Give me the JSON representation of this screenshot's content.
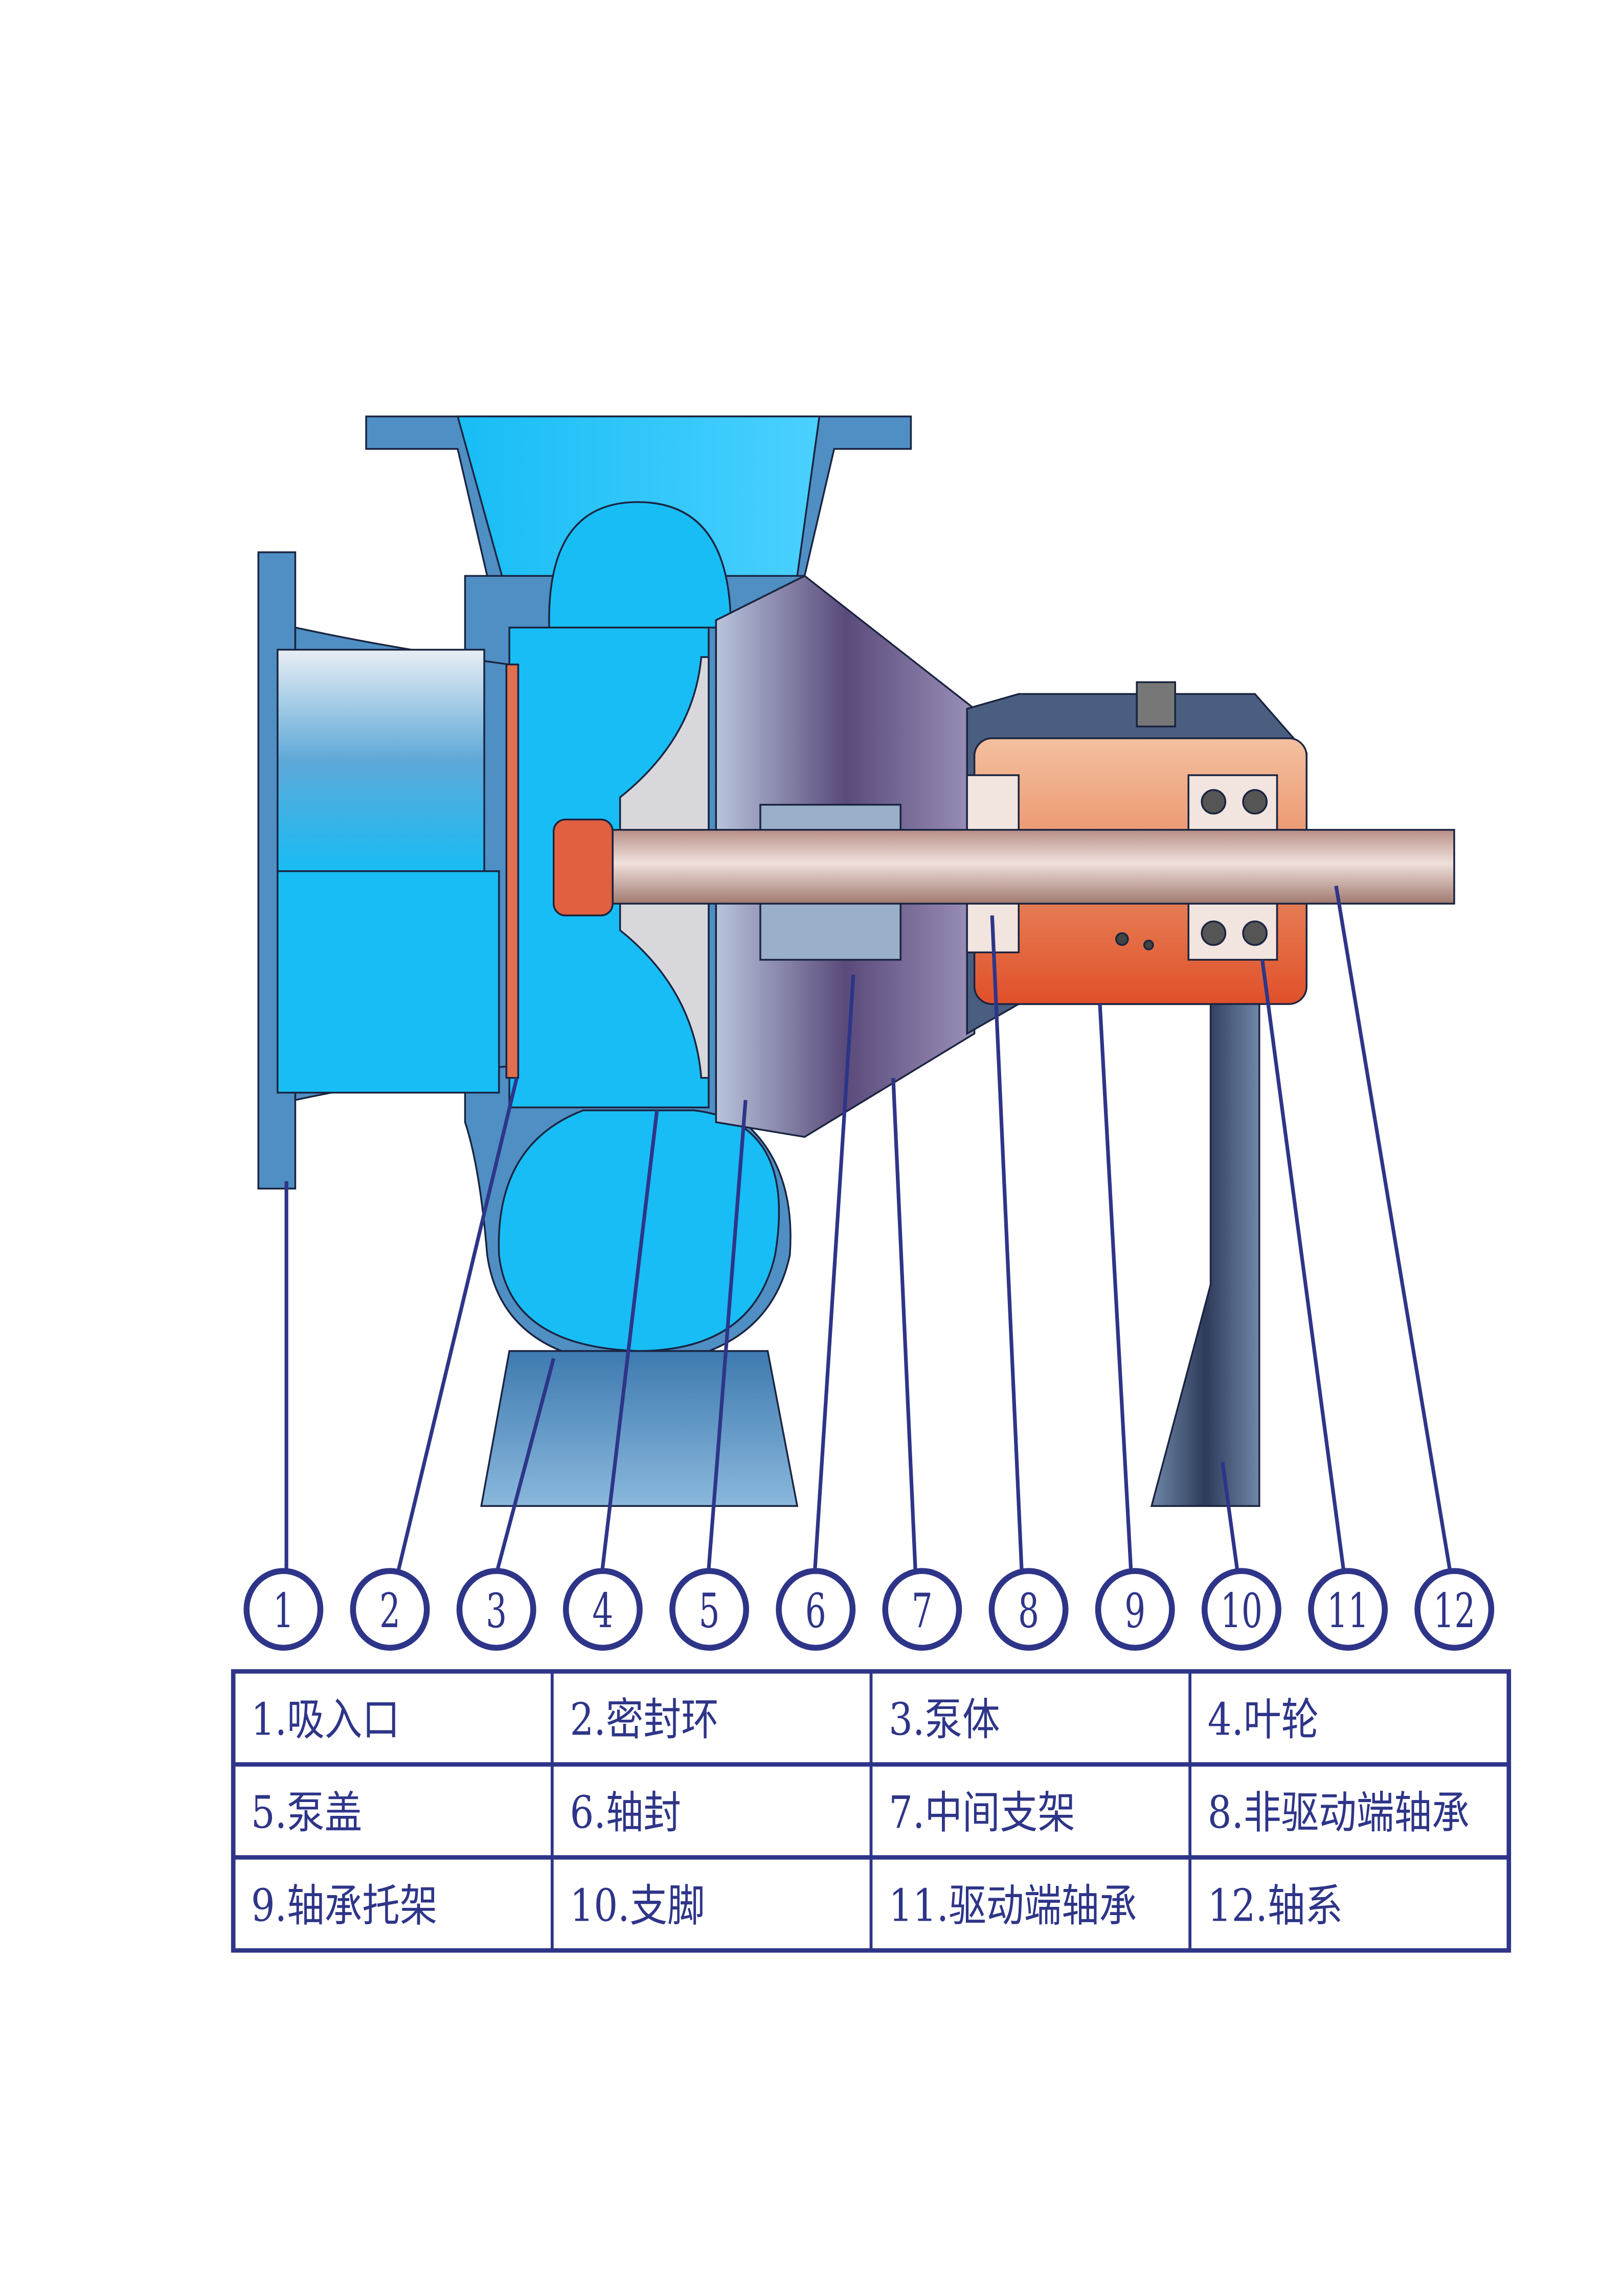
{
  "colors": {
    "accent": "#2e3588",
    "water": "#18bdf5",
    "casing": "#4f8fc4",
    "bearing": "#e0602e",
    "shaft": "#d9bdb4"
  },
  "callouts": [
    "1",
    "2",
    "3",
    "4",
    "5",
    "6",
    "7",
    "8",
    "9",
    "10",
    "11",
    "12"
  ],
  "legend": [
    [
      "1.吸入口",
      "2.密封环",
      "3.泵体",
      "4.叶轮"
    ],
    [
      "5.泵盖",
      "6.轴封",
      "7.中间支架",
      "8.非驱动端轴承"
    ],
    [
      "9.轴承托架",
      "10.支脚",
      "11.驱动端轴承",
      "12.轴系"
    ]
  ]
}
